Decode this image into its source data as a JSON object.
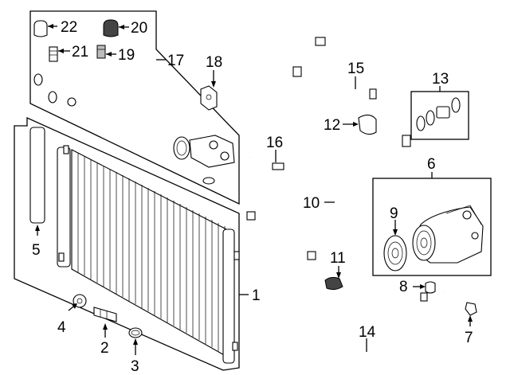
{
  "diagram": {
    "callouts": {
      "n1": "1",
      "n2": "2",
      "n3": "3",
      "n4": "4",
      "n5": "5",
      "n6": "6",
      "n7": "7",
      "n8": "8",
      "n9": "9",
      "n10": "10",
      "n11": "11",
      "n12": "12",
      "n13": "13",
      "n14": "14",
      "n15": "15",
      "n16": "16",
      "n17": "17",
      "n18": "18",
      "n19": "19",
      "n20": "20",
      "n21": "21",
      "n22": "22"
    },
    "colors": {
      "line": "#000000",
      "background": "#ffffff",
      "fill_grey": "#bdbdbd"
    },
    "parts": [
      "condenser",
      "bolt-2",
      "o-ring-3",
      "cap-4",
      "receiver-drier-5",
      "compressor-assembly-6",
      "bolt-7",
      "bushing-8",
      "clutch-pulley-9",
      "pipe-10",
      "connector-11",
      "clip-12",
      "seal-kit-13",
      "hose-14",
      "hose-15",
      "pipe-16",
      "hose-assembly-17",
      "bracket-18",
      "valve-19",
      "cap-20",
      "valve-21",
      "cap-22"
    ]
  }
}
